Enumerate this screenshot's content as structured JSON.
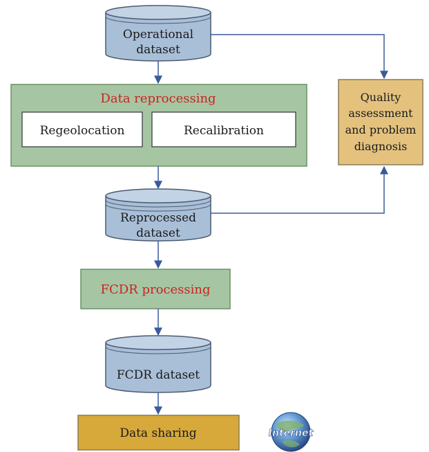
{
  "nodes": {
    "operational_dataset": {
      "line1": "Operational",
      "line2": "dataset"
    },
    "data_reprocessing": {
      "title": "Data reprocessing",
      "regeolocation": "Regeolocation",
      "recalibration": "Recalibration"
    },
    "quality_assessment": {
      "line1": "Quality",
      "line2": "assessment",
      "line3": "and problem",
      "line4": "diagnosis"
    },
    "reprocessed_dataset": {
      "line1": "Reprocessed",
      "line2": "dataset"
    },
    "fcdr_processing": {
      "title": "FCDR processing"
    },
    "fcdr_dataset": {
      "label": "FCDR dataset"
    },
    "data_sharing": {
      "label": "Data sharing"
    },
    "internet_logo": {
      "text": "Internet"
    }
  },
  "colors": {
    "cylinder_fill": "#a9bfd8",
    "cylinder_stroke": "#4a5a70",
    "green_fill": "#a6c6a3",
    "green_stroke": "#6b8f68",
    "tan_fill": "#e4c27e",
    "tan_stroke": "#8a7a55",
    "gold_fill": "#d7a83a",
    "arrow": "#3a5a9a",
    "title_red": "#cc2222"
  }
}
